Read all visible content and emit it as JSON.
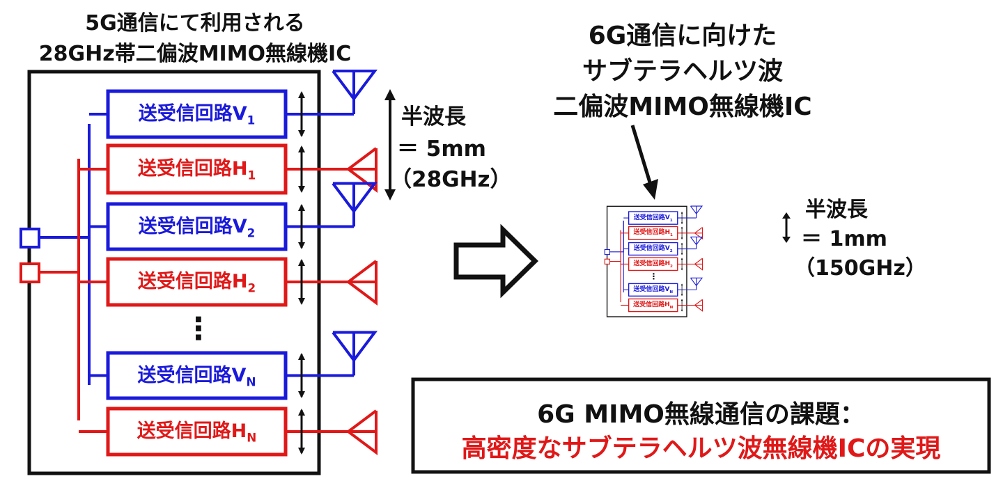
{
  "left": {
    "title_line1": "5G通信にて利用される",
    "title_line2": "28GHz帯二偏波MIMO無線機IC",
    "circuits": [
      {
        "base": "送受信回路V",
        "sub": "1",
        "pol": "V"
      },
      {
        "base": "送受信回路H",
        "sub": "1",
        "pol": "H"
      },
      {
        "base": "送受信回路V",
        "sub": "2",
        "pol": "V"
      },
      {
        "base": "送受信回路H",
        "sub": "2",
        "pol": "H"
      },
      {
        "base": "送受信回路V",
        "sub": "N",
        "pol": "V"
      },
      {
        "base": "送受信回路H",
        "sub": "N",
        "pol": "H"
      }
    ],
    "ellipsis": "⋮",
    "halfwave_label": "半波長",
    "halfwave_value": "＝ 5mm",
    "halfwave_freq": "（28GHz）"
  },
  "right": {
    "title_line1": "6G通信に向けた",
    "title_line2": "サブテラヘルツ波",
    "title_line3": "二偏波MIMO無線機IC",
    "halfwave_label": "半波長",
    "halfwave_value": "＝ 1mm",
    "halfwave_freq": "（150GHz）"
  },
  "challenge": {
    "line1": "6G MIMO無線通信の課題：",
    "line2": "高密度なサブテラヘルツ波無線機ICの実現"
  },
  "colors": {
    "v_pol": "#1a1adb",
    "h_pol": "#e01818",
    "outline": "#111111"
  }
}
